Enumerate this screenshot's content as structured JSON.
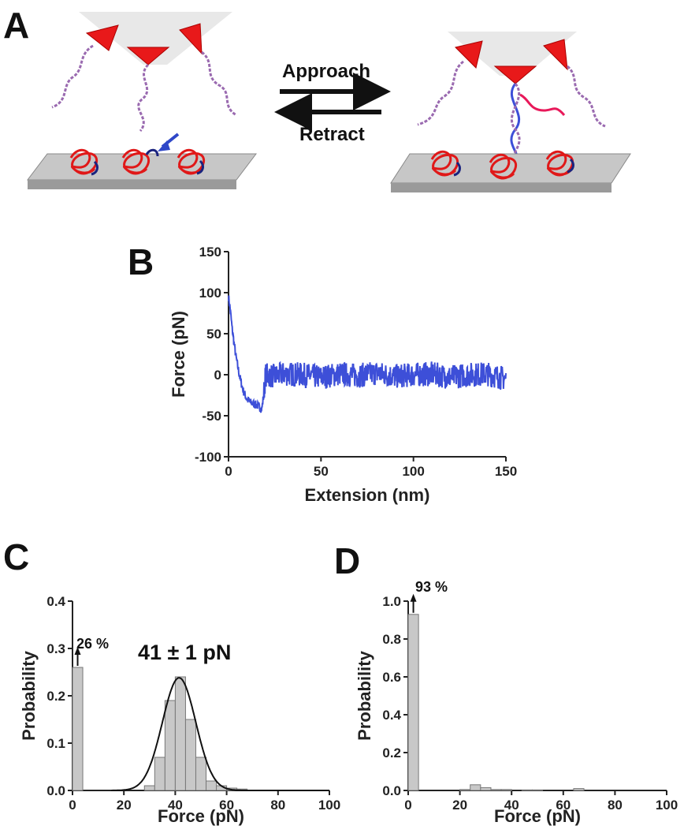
{
  "panels": {
    "a": {
      "letter": "A",
      "approach_label": "Approach",
      "retract_label": "Retract",
      "colors": {
        "tip": "#e8e8e8",
        "linker": "#e8191a",
        "dna": "#9a6ab0",
        "protein": "#e01818",
        "substrate": "#c7c7c7",
        "marker": "#2f47c8"
      }
    },
    "b": {
      "letter": "B"
    },
    "c": {
      "letter": "C",
      "peak_note": "26 %",
      "fit_note": "41 ± 1 pN"
    },
    "d": {
      "letter": "D",
      "peak_note": "93 %"
    }
  },
  "chart_data": [
    {
      "panel": "B",
      "type": "line",
      "title": "",
      "xlabel": "Extension (nm)",
      "ylabel": "Force (pN)",
      "xlim": [
        0,
        150
      ],
      "ylim": [
        -100,
        150
      ],
      "xticks": [
        0,
        50,
        100,
        150
      ],
      "yticks": [
        -100,
        -50,
        0,
        50,
        100,
        150
      ],
      "grid": false,
      "series": [
        {
          "color": "#3d4fd8",
          "trace_kind": "noisy force-extension trace",
          "x": [
            0,
            1,
            2,
            4,
            6,
            8,
            10,
            12,
            14,
            16,
            18,
            19,
            20,
            25,
            30,
            40,
            50,
            60,
            70,
            80,
            90,
            100,
            110,
            120,
            130,
            140,
            150
          ],
          "y": [
            95,
            78,
            55,
            22,
            -2,
            -20,
            -30,
            -34,
            -36,
            -38,
            -42,
            -25,
            0,
            -2,
            1,
            0,
            -3,
            1,
            -1,
            2,
            -2,
            0,
            1,
            -3,
            0,
            1,
            -5
          ],
          "noise_amplitude": 15
        }
      ]
    },
    {
      "panel": "C",
      "type": "bar",
      "title": "",
      "xlabel": "Force (pN)",
      "ylabel": "Probability",
      "xlim": [
        0,
        100
      ],
      "ylim": [
        0,
        0.4
      ],
      "xticks": [
        0,
        20,
        40,
        60,
        80,
        100
      ],
      "yticks": [
        0.0,
        0.1,
        0.2,
        0.3,
        0.4
      ],
      "bin_width": 4,
      "bar_color": "#c8c8c8",
      "bins": [
        {
          "x": 2,
          "value": 0.26
        },
        {
          "x": 30,
          "value": 0.01
        },
        {
          "x": 34,
          "value": 0.07
        },
        {
          "x": 38,
          "value": 0.19
        },
        {
          "x": 42,
          "value": 0.24
        },
        {
          "x": 46,
          "value": 0.15
        },
        {
          "x": 50,
          "value": 0.07
        },
        {
          "x": 54,
          "value": 0.02
        },
        {
          "x": 58,
          "value": 0.01
        },
        {
          "x": 62,
          "value": 0.005
        },
        {
          "x": 66,
          "value": 0.003
        }
      ],
      "fit": {
        "type": "gaussian",
        "mean": 41.5,
        "sigma": 6.5,
        "amplitude": 0.238,
        "color": "#111111"
      },
      "annotations": [
        "26 %",
        "41 ± 1 pN"
      ]
    },
    {
      "panel": "D",
      "type": "bar",
      "title": "",
      "xlabel": "Force (pN)",
      "ylabel": "Probability",
      "xlim": [
        0,
        100
      ],
      "ylim": [
        0,
        1.0
      ],
      "xticks": [
        0,
        20,
        40,
        60,
        80,
        100
      ],
      "yticks": [
        0.0,
        0.2,
        0.4,
        0.6,
        0.8,
        1.0
      ],
      "bin_width": 4,
      "bar_color": "#c8c8c8",
      "bins": [
        {
          "x": 2,
          "value": 0.93
        },
        {
          "x": 22,
          "value": 0.005
        },
        {
          "x": 26,
          "value": 0.03
        },
        {
          "x": 30,
          "value": 0.015
        },
        {
          "x": 34,
          "value": 0.005
        },
        {
          "x": 38,
          "value": 0.005
        },
        {
          "x": 46,
          "value": 0.003
        },
        {
          "x": 50,
          "value": 0.003
        },
        {
          "x": 66,
          "value": 0.01
        }
      ],
      "annotations": [
        "93 %"
      ]
    }
  ]
}
